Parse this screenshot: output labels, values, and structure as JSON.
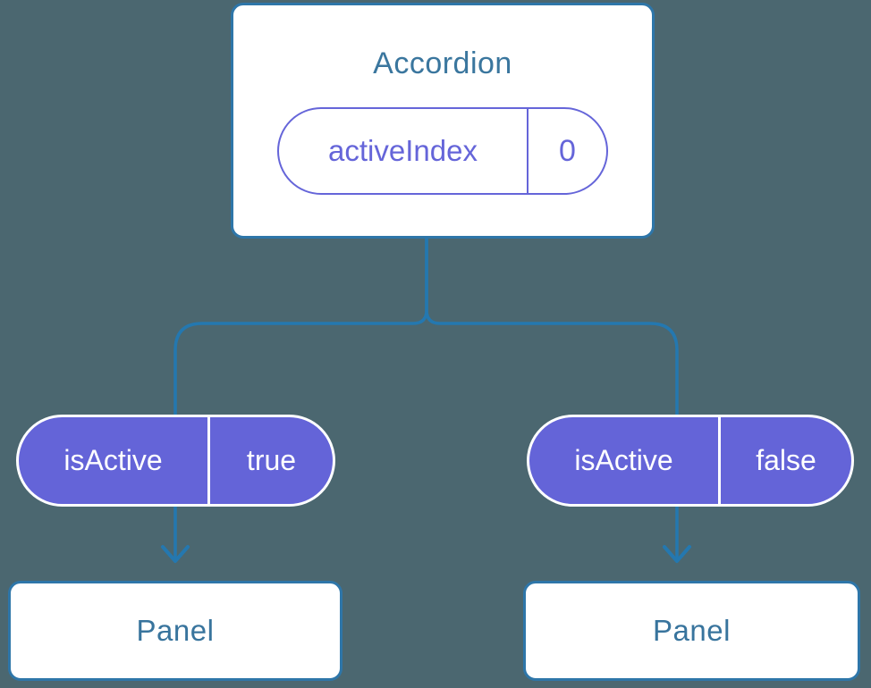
{
  "diagram": {
    "root": {
      "title": "Accordion",
      "state": {
        "name": "activeIndex",
        "value": "0"
      }
    },
    "children": [
      {
        "prop": {
          "name": "isActive",
          "value": "true"
        },
        "label": "Panel"
      },
      {
        "prop": {
          "name": "isActive",
          "value": "false"
        },
        "label": "Panel"
      }
    ],
    "colors": {
      "background": "#4B6770",
      "connector_blue": "#2478B0",
      "card_border_blue": "#2E76A9",
      "heading_text_blue": "#3A769E",
      "pill_purple": "#6464D8",
      "pill_text_white": "#ffffff",
      "card_fill": "#ffffff"
    }
  }
}
